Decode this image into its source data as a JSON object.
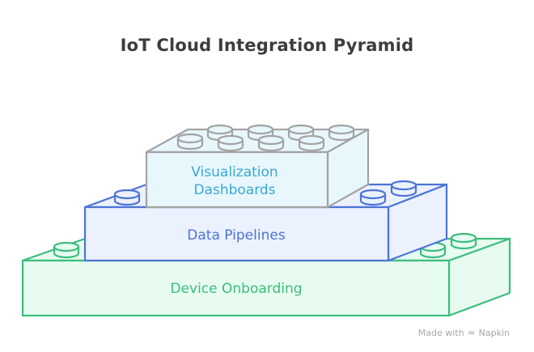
{
  "title": "IoT Cloud Integration Pyramid",
  "layers": [
    {
      "id": "visualization",
      "label_lines": [
        "Visualization",
        "Dashboards"
      ],
      "stroke": "#a3a3a3",
      "fill": "#e8f7fc",
      "text_color": "#3aa8d4",
      "level": 3
    },
    {
      "id": "pipelines",
      "label_lines": [
        "Data Pipelines"
      ],
      "stroke": "#4d74d6",
      "fill": "#ebf1fd",
      "text_color": "#4d74d6",
      "level": 2
    },
    {
      "id": "onboarding",
      "label_lines": [
        "Device Onboarding"
      ],
      "stroke": "#3dbd7d",
      "fill": "#e7fbf0",
      "text_color": "#3dbd7d",
      "level": 1
    }
  ],
  "watermark": {
    "prefix": "Made with",
    "brand": "Napkin",
    "icon": "napkin-logo-icon"
  }
}
